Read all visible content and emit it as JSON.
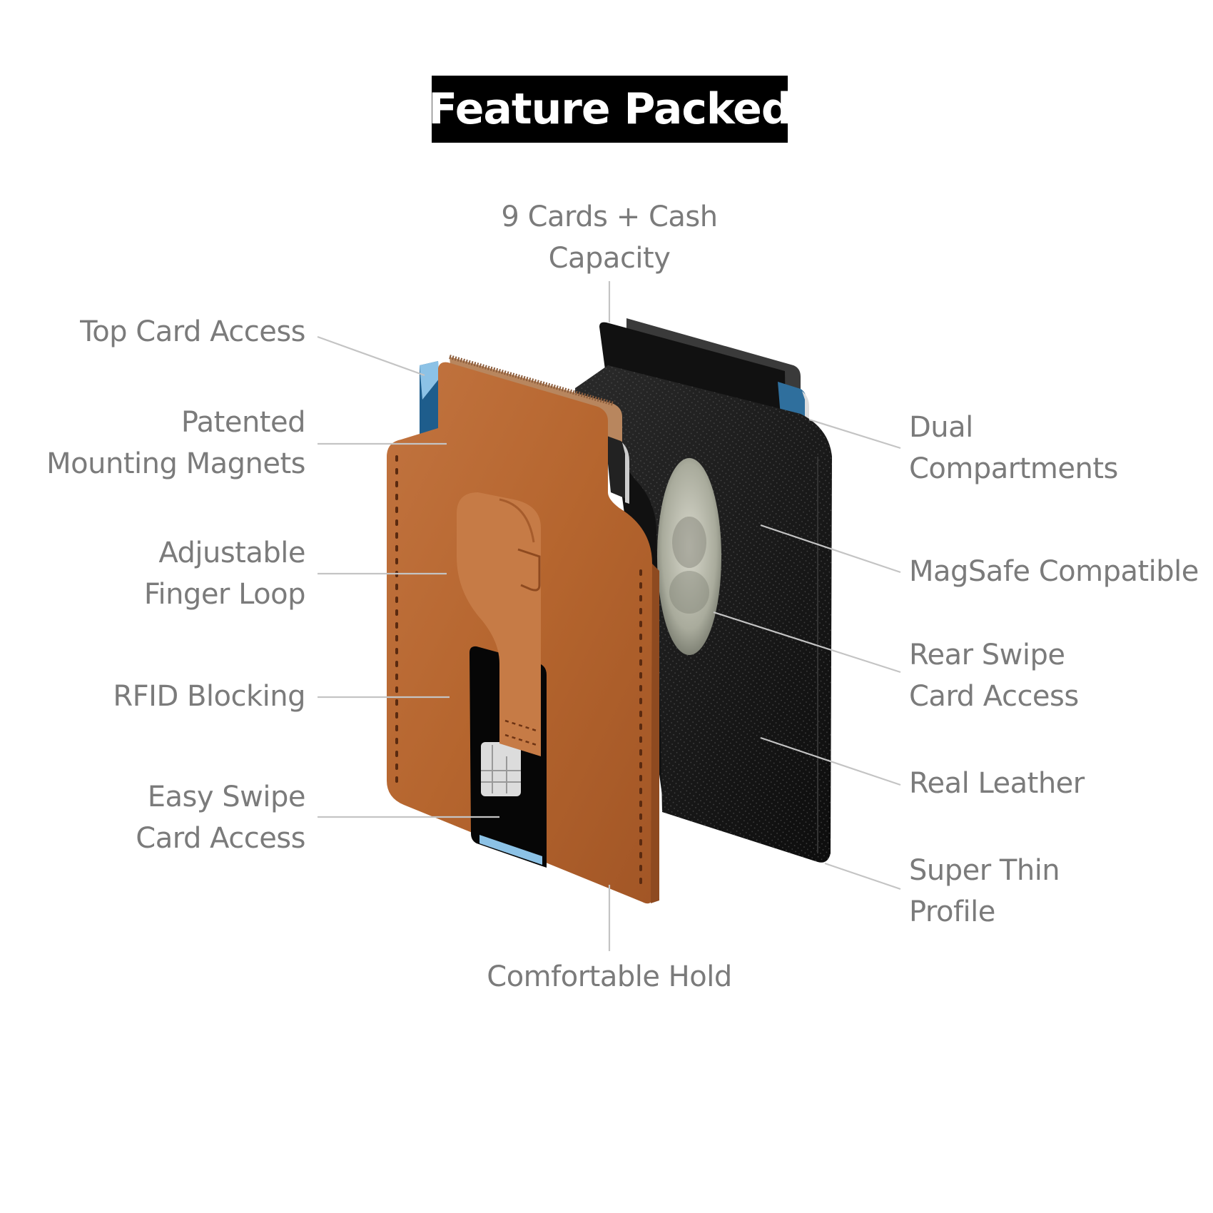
{
  "title": "Feature Packed",
  "colors": {
    "title_bg": "#000000",
    "title_text": "#ffffff",
    "label_text": "#7b7b7b",
    "leader_line": "#c4c4c4",
    "tan_leather": "#b5652e",
    "black_leather": "#1a1a1a",
    "card_blue": "#6aa8d8"
  },
  "features": {
    "top": {
      "line1": "9 Cards + Cash",
      "line2": "Capacity"
    },
    "bottom": {
      "line1": "Comfortable Hold"
    },
    "left": [
      {
        "line1": "Top Card Access"
      },
      {
        "line1": "Patented",
        "line2": "Mounting Magnets"
      },
      {
        "line1": "Adjustable",
        "line2": "Finger Loop"
      },
      {
        "line1": "RFID Blocking"
      },
      {
        "line1": "Easy Swipe",
        "line2": "Card Access"
      }
    ],
    "right": [
      {
        "line1": "Dual",
        "line2": "Compartments"
      },
      {
        "line1": "MagSafe Compatible"
      },
      {
        "line1": "Rear Swipe",
        "line2": "Card Access"
      },
      {
        "line1": "Real Leather"
      },
      {
        "line1": "Super Thin",
        "line2": "Profile"
      }
    ]
  },
  "products": [
    {
      "name": "tan-wallet",
      "color": "tan"
    },
    {
      "name": "black-wallet",
      "color": "black"
    }
  ]
}
